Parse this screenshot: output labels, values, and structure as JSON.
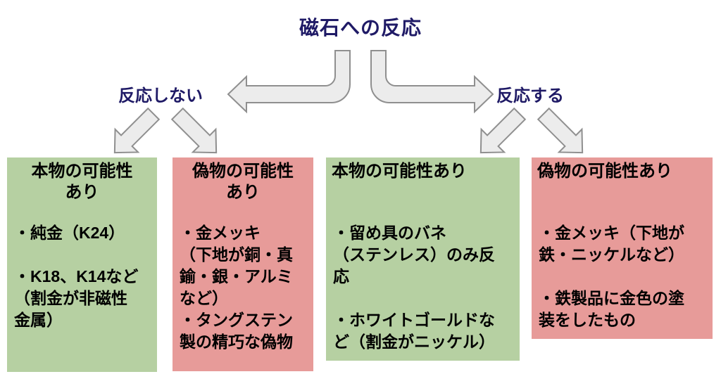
{
  "title": "磁石への反応",
  "branch_labels": {
    "left": "反応しない",
    "right": "反応する"
  },
  "boxes": [
    {
      "tone": "green",
      "header": "本物の可能性\nあり",
      "body": "・純金（K24）\n\n・K18、K14など\n（割金が非磁性\n金属）"
    },
    {
      "tone": "red",
      "header": "偽物の可能性\nあり",
      "body": "・金メッキ\n（下地が銅・真\n鍮・銀・アルミ\nなど）\n・タングステン\n製の精巧な偽物"
    },
    {
      "tone": "green",
      "header": "本物の可能性あり",
      "body": "・留め具のバネ\n（ステンレス）のみ反\n応\n\n・ホワイトゴールドな\nど（割金がニッケル）"
    },
    {
      "tone": "red",
      "header": "偽物の可能性あり",
      "body": "・金メッキ（下地が\n鉄・ニッケルなど）\n\n・鉄製品に金色の塗\n装をしたもの"
    }
  ],
  "colors": {
    "background": "#ffffff",
    "title_text": "#1f1a66",
    "label_text": "#1f1a66",
    "box_text": "#000000",
    "green_box": "#b6d0a2",
    "red_box": "#e79b99",
    "arrow_fill": "#ececec",
    "arrow_stroke": "#8f8f8f"
  }
}
